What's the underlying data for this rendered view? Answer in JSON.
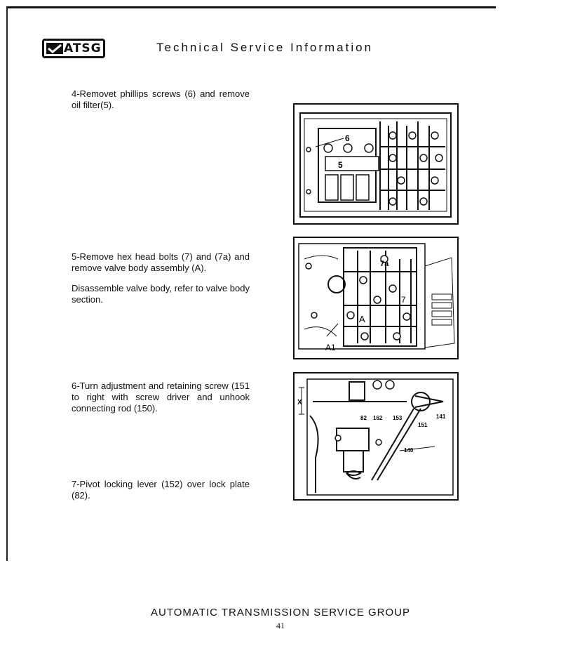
{
  "header": {
    "logo_text": "ATSG",
    "title": "Technical Service Information"
  },
  "steps": [
    {
      "text": "4-Removet phillips screws (6) and remove oil filter(5)."
    },
    {
      "text": "5-Remove hex head bolts (7) and (7a) and remove valve body assembly (A)."
    },
    {
      "text": "Disassemble valve body, refer to valve body section."
    },
    {
      "text": "6-Turn adjustment and retaining screw (151 to right with screw driver and unhook connecting rod (150)."
    },
    {
      "text": "7-Pivot locking lever (152) over lock plate (82)."
    }
  ],
  "figures": {
    "fig1": {
      "labels": [
        "6",
        "5"
      ]
    },
    "fig2": {
      "labels": [
        "7a",
        "7",
        "A",
        "A1"
      ]
    },
    "fig3": {
      "labels": [
        "X",
        "82",
        "162",
        "153",
        "141",
        "151",
        "140"
      ]
    }
  },
  "footer": {
    "title": "AUTOMATIC TRANSMISSION SERVICE GROUP",
    "page_number": "41"
  }
}
